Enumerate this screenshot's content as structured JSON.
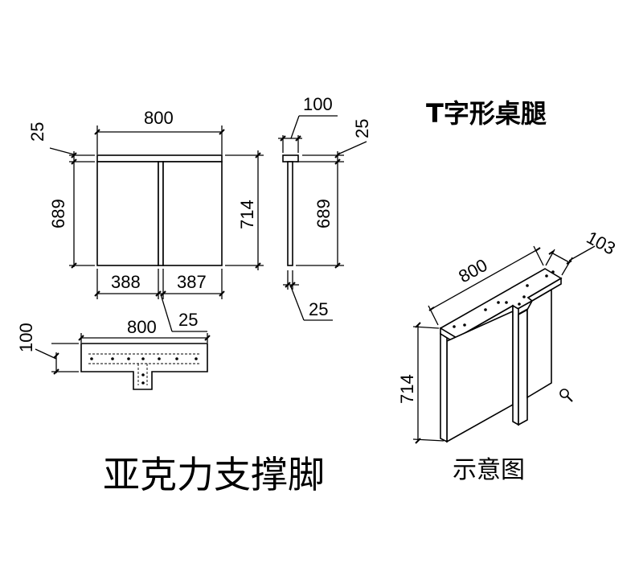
{
  "title": "T字形桌腿",
  "caption_main": "亚克力支撑脚",
  "caption_iso": "示意图",
  "front_view": {
    "width_top": "800",
    "top_thickness": "25",
    "leg_height": "689",
    "total_height": "714",
    "left_part": "388",
    "right_part": "387",
    "center_thickness": "25"
  },
  "side_view": {
    "top_width": "100",
    "top_thickness": "25",
    "leg_height": "689",
    "bottom_thickness": "25"
  },
  "top_view": {
    "width": "800",
    "depth": "100"
  },
  "iso_view": {
    "width": "800",
    "depth": "103",
    "height": "714"
  },
  "icons": {
    "zoom": "magnifier-icon"
  }
}
